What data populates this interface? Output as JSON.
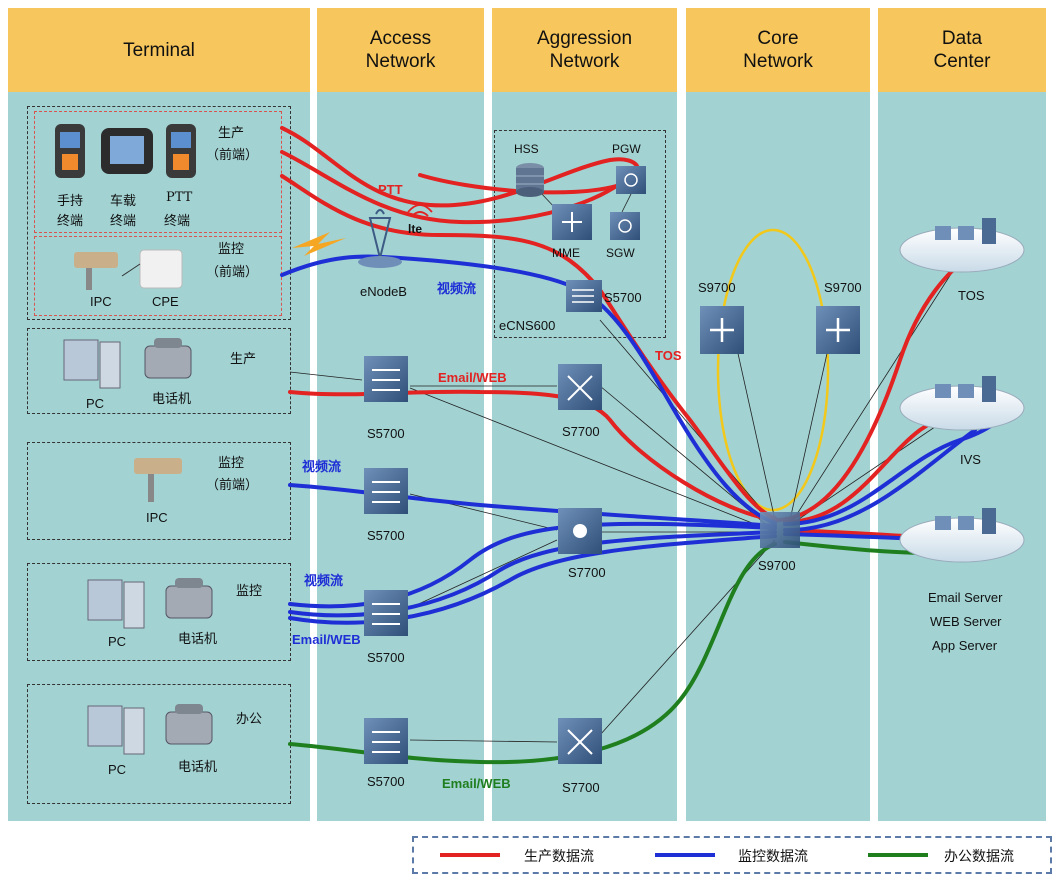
{
  "columns": [
    {
      "id": "terminal",
      "title": "Terminal"
    },
    {
      "id": "access",
      "title": "Access\nNetwork"
    },
    {
      "id": "aggregation",
      "title": "Aggression\nNetwork"
    },
    {
      "id": "core",
      "title": "Core\nNetwork"
    },
    {
      "id": "datacenter",
      "title": "Data\nCenter"
    }
  ],
  "terminal": {
    "prod_frontend": {
      "label_1": "生产",
      "label_2": "（前端）",
      "devices": [
        {
          "l1": "手持",
          "l2": "终端"
        },
        {
          "l1": "车载",
          "l2": "终端"
        },
        {
          "l1": "PTT",
          "l2": "终端"
        }
      ]
    },
    "monitor_frontend": {
      "label_1": "监控",
      "label_2": "（前端）",
      "ipc": "IPC",
      "cpe": "CPE"
    },
    "prod_office": {
      "label": "生产",
      "pc": "PC",
      "phone": "电话机"
    },
    "monitor_ipc": {
      "label_1": "监控",
      "label_2": "（前端）",
      "ipc": "IPC"
    },
    "monitor_office": {
      "label": "监控",
      "pc": "PC",
      "phone": "电话机"
    },
    "office": {
      "label": "办公",
      "pc": "PC",
      "phone": "电话机"
    }
  },
  "access": {
    "enodeb": "eNodeB",
    "switches": [
      "S5700",
      "S5700",
      "S5700",
      "S5700"
    ]
  },
  "aggregation": {
    "ecns": {
      "name": "eCNS600",
      "hss": "HSS",
      "pgw": "PGW",
      "mme": "MME",
      "sgw": "SGW",
      "s5700": "S5700"
    },
    "s7700": [
      "S7700",
      "S7700",
      "S7700"
    ]
  },
  "core": {
    "left": "S9700",
    "right": "S9700",
    "main": "S9700"
  },
  "datacenter": {
    "tos": "TOS",
    "ivs": "IVS",
    "servers": [
      "Email Server",
      "WEB Server",
      "App Server"
    ]
  },
  "flow_labels": {
    "ptt": "PTT",
    "lte": "lte",
    "video_1": "视频流",
    "tos": "TOS",
    "email_1": "Email/WEB",
    "video_2": "视频流",
    "video_3": "视频流",
    "email_2": "Email/WEB",
    "email_3": "Email/WEB"
  },
  "legend": [
    {
      "label": "生产数据流",
      "color": "#e02020"
    },
    {
      "label": "监控数据流",
      "color": "#1f2fd6"
    },
    {
      "label": "办公数据流",
      "color": "#1f7f1f"
    }
  ]
}
